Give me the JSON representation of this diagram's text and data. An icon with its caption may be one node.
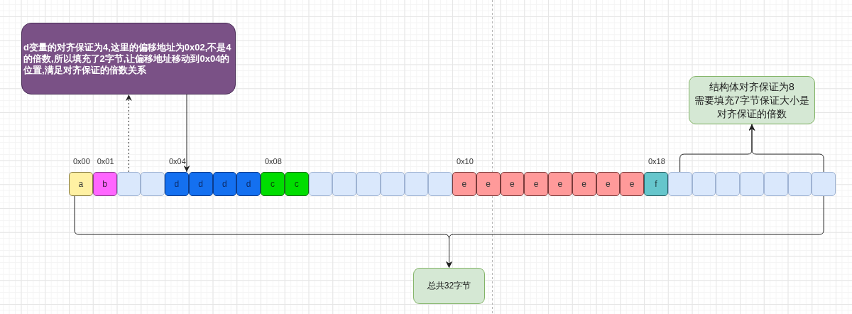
{
  "diagram": {
    "nodes": [
      {
        "text": [
          "d变量的对齐保证为4,这里的偏移地址为0x02,不是4的倍数,所以填充了2字节,让偏移地址移动到0x04的位置,满足对齐保证的倍数关系"
        ]
      },
      {
        "text": [
          "结构体对齐保证为8",
          "需要填充7字节保证大小是对齐保证的倍数"
        ]
      },
      {
        "text": [
          "a"
        ],
        "beside": [
          "0x00"
        ]
      },
      {
        "text": [
          "b"
        ],
        "beside": [
          "0x01"
        ]
      },
      {
        "text": [],
        "shape": "box"
      },
      {
        "text": [],
        "shape": "box"
      },
      {
        "text": [
          "d"
        ],
        "beside": [
          "0x04"
        ]
      },
      {
        "text": [
          "d"
        ]
      },
      {
        "text": [
          "d"
        ]
      },
      {
        "text": [
          "d"
        ]
      },
      {
        "text": [
          "c"
        ],
        "beside": [
          "0x08"
        ]
      },
      {
        "text": [
          "c"
        ]
      },
      {
        "text": [],
        "shape": "box"
      },
      {
        "text": [],
        "shape": "box"
      },
      {
        "text": [],
        "shape": "box"
      },
      {
        "text": [],
        "shape": "box"
      },
      {
        "text": [],
        "shape": "box"
      },
      {
        "text": [],
        "shape": "box"
      },
      {
        "text": [
          "e"
        ],
        "beside": [
          "0x10"
        ]
      },
      {
        "text": [
          "e"
        ]
      },
      {
        "text": [
          "e"
        ]
      },
      {
        "text": [
          "e"
        ]
      },
      {
        "text": [
          "e"
        ]
      },
      {
        "text": [
          "e"
        ]
      },
      {
        "text": [
          "e"
        ]
      },
      {
        "text": [
          "e"
        ]
      },
      {
        "text": [
          "f"
        ],
        "beside": [
          "0x18"
        ]
      },
      {
        "text": [],
        "shape": "box"
      },
      {
        "text": [],
        "shape": "box"
      },
      {
        "text": [],
        "shape": "box"
      },
      {
        "text": [],
        "shape": "box"
      },
      {
        "text": [],
        "shape": "box"
      },
      {
        "text": [],
        "shape": "box"
      },
      {
        "text": [],
        "shape": "box"
      },
      {
        "text": [
          "总共32字节"
        ]
      }
    ],
    "edges": [
      {
        "from": 0,
        "to": 6,
        "arrow": "to"
      },
      {
        "from": 4,
        "to": 0,
        "arrow": "to",
        "style": "dashed"
      },
      {
        "from": 27,
        "to": 1,
        "arrow": "to"
      },
      {
        "from": 33,
        "to": 1,
        "arrow": "to"
      },
      {
        "from": 2,
        "to": 34,
        "arrow": "to"
      },
      {
        "from": 33,
        "to": 34,
        "arrow": "to"
      }
    ]
  }
}
